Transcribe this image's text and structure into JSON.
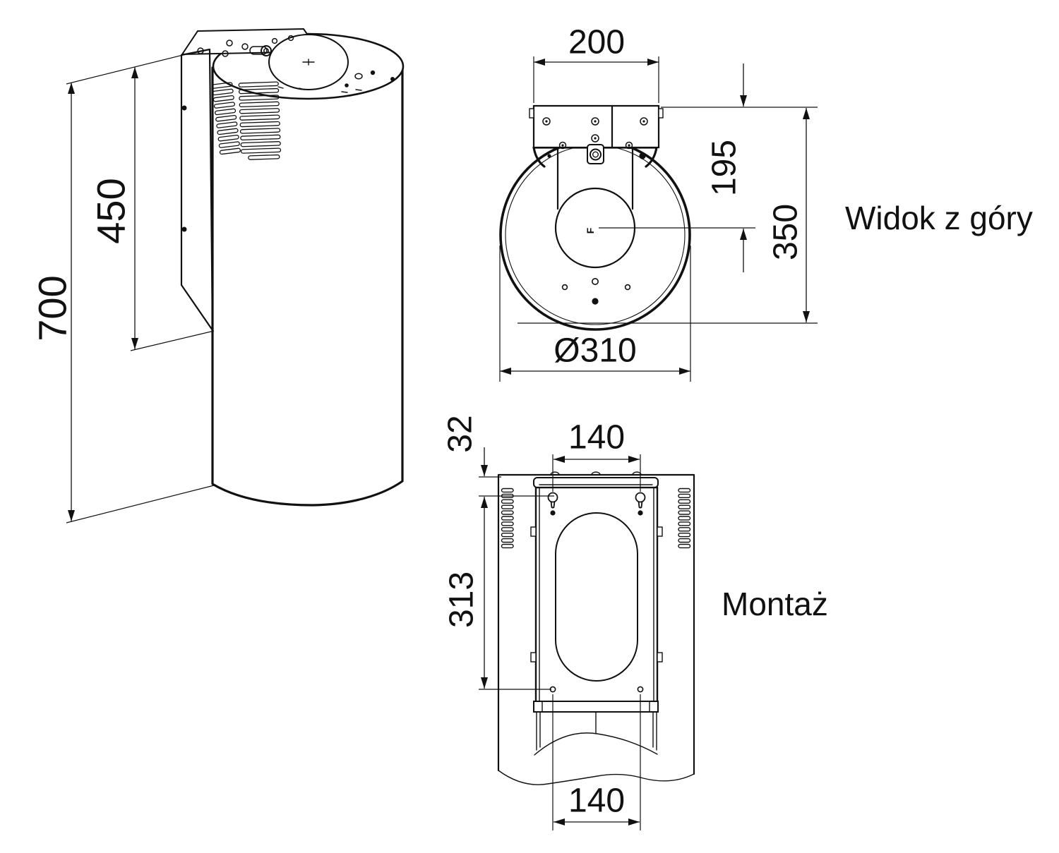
{
  "drawing": {
    "background": "#ffffff",
    "line_color": "#111111",
    "views": {
      "isometric": {
        "dim_total_height": "700",
        "dim_bracket_height": "450"
      },
      "top": {
        "label": "Widok z góry",
        "dim_bracket_width": "200",
        "dim_center_offset": "195",
        "dim_total_depth": "350",
        "dim_diameter": "Ø310"
      },
      "mounting": {
        "label": "Montaż",
        "dim_top_offset": "32",
        "dim_hole_spacing_top": "140",
        "dim_hole_vertical": "313",
        "dim_hole_spacing_bottom": "140"
      }
    },
    "center_mark": "F"
  }
}
